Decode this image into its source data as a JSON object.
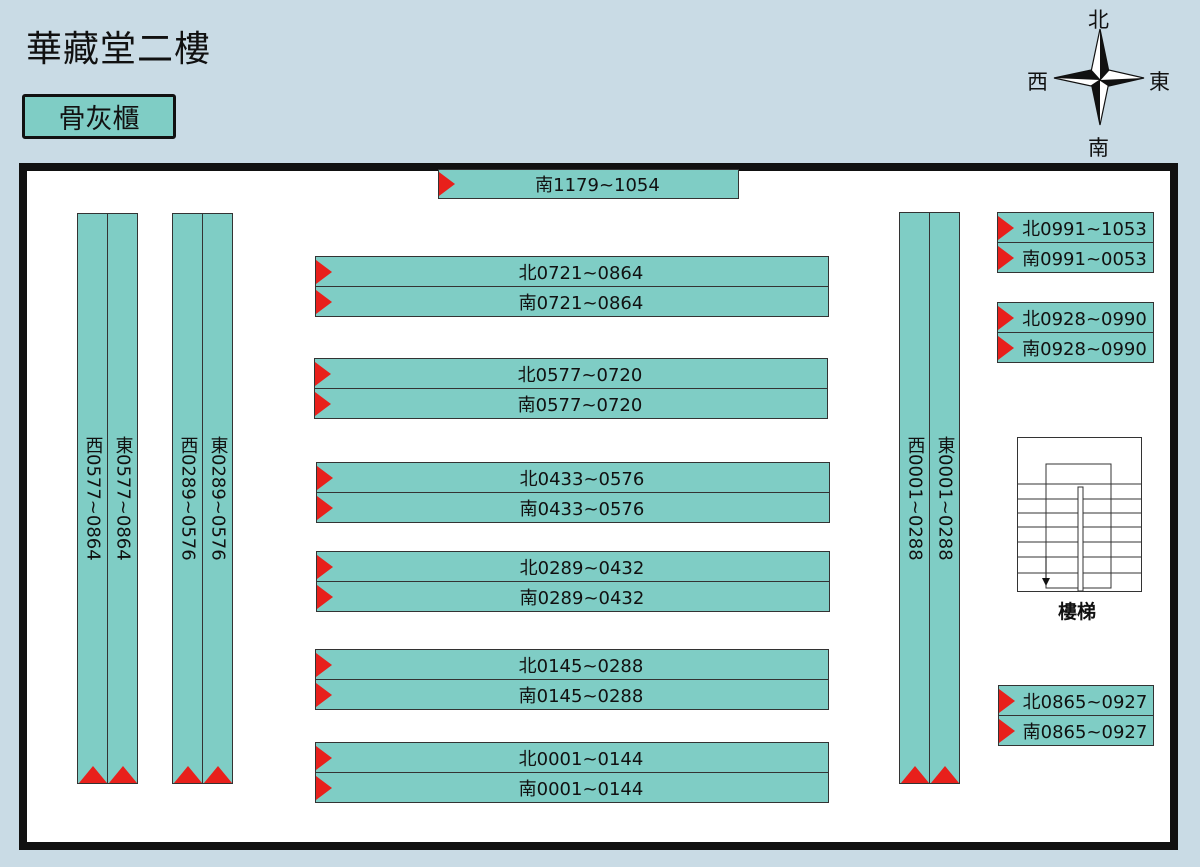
{
  "title": "華藏堂二樓",
  "legend_label": "骨灰櫃",
  "compass": {
    "north": "北",
    "south": "南",
    "east": "東",
    "west": "西"
  },
  "stairs_label": "樓梯",
  "colors": {
    "cabinet": "#7fcdc5",
    "marker": "#e8201b",
    "background": "#c9dbe5",
    "floor": "#ffffff"
  },
  "top_cabinet": "南1179~1054",
  "center_rows": [
    [
      "北0721~0864",
      "南0721~0864"
    ],
    [
      "北0577~0720",
      "南0577~0720"
    ],
    [
      "北0433~0576",
      "南0433~0576"
    ],
    [
      "北0289~0432",
      "南0289~0432"
    ],
    [
      "北0145~0288",
      "南0145~0288"
    ],
    [
      "北0001~0144",
      "南0001~0144"
    ]
  ],
  "right_groups": [
    [
      "北0991~1053",
      "南0991~0053"
    ],
    [
      "北0928~0990",
      "南0928~0990"
    ],
    [
      "北0865~0927",
      "南0865~0927"
    ]
  ],
  "vertical_cabinets": [
    "西0577~0864",
    "東0577~0864",
    "西0289~0576",
    "東0289~0576",
    "西0001~0288",
    "東0001~0288"
  ]
}
